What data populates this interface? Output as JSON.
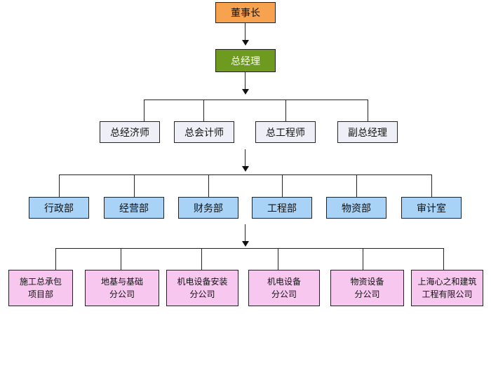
{
  "org_chart": {
    "chairman": "董事长",
    "general_manager": "总经理",
    "executives": [
      "总经济师",
      "总会计师",
      "总工程师",
      "副总经理"
    ],
    "departments": [
      "行政部",
      "经营部",
      "财务部",
      "工程部",
      "物资部",
      "审计室"
    ],
    "subsidiaries": [
      "施工总承包\n项目部",
      "地基与基础\n分公司",
      "机电设备安装\n分公司",
      "机电设备\n分公司",
      "物资设备\n分公司",
      "上海心之和建筑\n工程有限公司"
    ]
  },
  "colors": {
    "chairman": "#f7a24f",
    "general_manager": "#6e9a1f",
    "departments": "#a8d3f7",
    "executives": "#efeff7",
    "subsidiaries": "#f7c7ef"
  }
}
